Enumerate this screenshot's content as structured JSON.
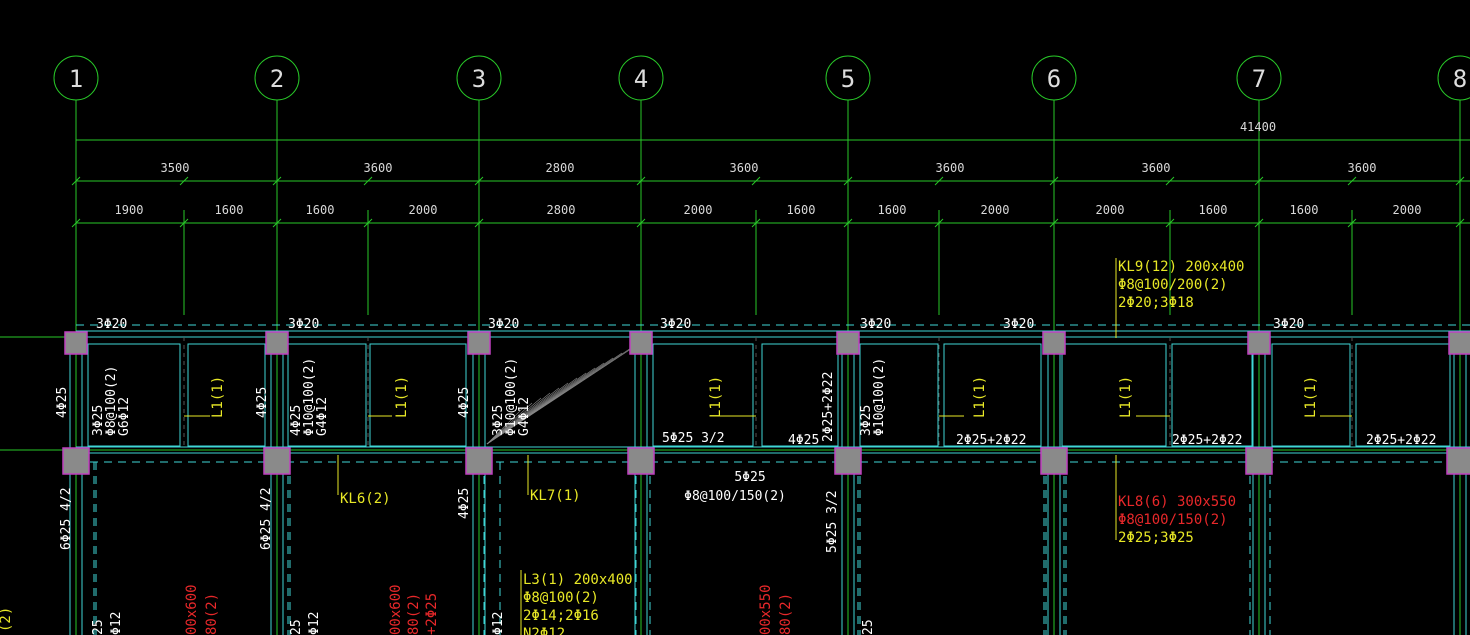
{
  "axes": [
    "1",
    "2",
    "3",
    "4",
    "5",
    "6",
    "7",
    "8"
  ],
  "dims": {
    "total": "41400",
    "spans": [
      "3500",
      "3600",
      "2800",
      "3600",
      "3600",
      "3600",
      "3600"
    ],
    "subspans": [
      "1900",
      "1600",
      "1600",
      "2000",
      "2800",
      "2000",
      "1600",
      "1600",
      "2000",
      "2000",
      "1600",
      "1600",
      "2000"
    ]
  },
  "top_rebar": [
    "3Φ20",
    "3Φ20",
    "3Φ20",
    "3Φ20",
    "3Φ20",
    "3Φ20",
    "3Φ20"
  ],
  "beam_KL9": [
    "KL9(12) 200x400",
    "Φ8@100/200(2)",
    "2Φ20;3Φ18"
  ],
  "beam_KL8": [
    "KL8(6) 300x550",
    "Φ8@100/150(2)",
    "2Φ25;3Φ25"
  ],
  "beam_L3": [
    "L3(1) 200x400",
    "Φ8@100(2)",
    "2Φ14;2Φ16",
    "N2Φ12"
  ],
  "beam_KL6": "KL6(2)",
  "beam_KL7": "KL7(1)",
  "L1_label": "L1(1)",
  "col_4025": "4Φ25",
  "span_labels": {
    "s1": [
      "3Φ25",
      "Φ8@100(2)",
      "G6Φ12"
    ],
    "s2": [
      "4Φ25",
      "Φ10@100(2)",
      "G4Φ12"
    ],
    "s3": [
      "3Φ25",
      "Φ10@100(2)",
      "G4Φ12"
    ],
    "s5": [
      "3Φ25",
      "Φ10@100(2)"
    ]
  },
  "bottom_rebar": {
    "b4": "5Φ25 3/2",
    "b4b": "4Φ25",
    "b5": "2Φ25+2Φ22",
    "b6": "2Φ25+2Φ22",
    "b7": "2Φ25+2Φ22",
    "b5vert": "2Φ25+2Φ22"
  },
  "mid_beam": [
    "5Φ25",
    "Φ8@100/150(2)"
  ],
  "lower_col_labels": [
    "6Φ25 4/2",
    "6Φ25 4/2",
    "5Φ25 3/2"
  ],
  "partials": {
    "p_left": "(2)",
    "p_a1": "00x600",
    "p_a2": "80(2)",
    "p_b1": "00x600",
    "p_b2": "80(2)",
    "p_b3": "+2Φ25",
    "p_c1": "00x550",
    "p_c2": "80(2)",
    "p_d1": "25",
    "p_d2": "Φ12",
    "p_e1": "25",
    "p_e2": "Φ12",
    "p_f": "Φ12",
    "p_g": "25"
  },
  "colors": {
    "axis": "#28c828",
    "beam": "#3fd6d6",
    "column": "#8a8a8a",
    "column_border": "#c040c0",
    "annotation": "#e8e826",
    "red_annotation": "#e8282a",
    "white_text": "#ffffff"
  }
}
